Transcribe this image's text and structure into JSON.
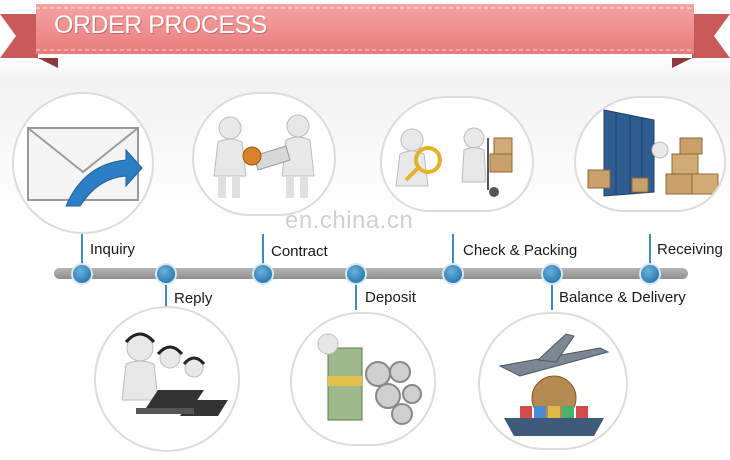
{
  "header": {
    "title": "ORDER PROCESS"
  },
  "watermark": "en.china.cn",
  "steps": {
    "inquiry": "Inquiry",
    "reply": "Reply",
    "contract": "Contract",
    "deposit": "Deposit",
    "check_packing": "Check & Packing",
    "balance_delivery": "Balance & Delivery",
    "receiving": "Receiving"
  },
  "colors": {
    "ribbon": "#f08a8a",
    "ribbon_dark": "#c95a5a",
    "timeline": "#9a9a9a",
    "node": "#2c7fb8"
  }
}
